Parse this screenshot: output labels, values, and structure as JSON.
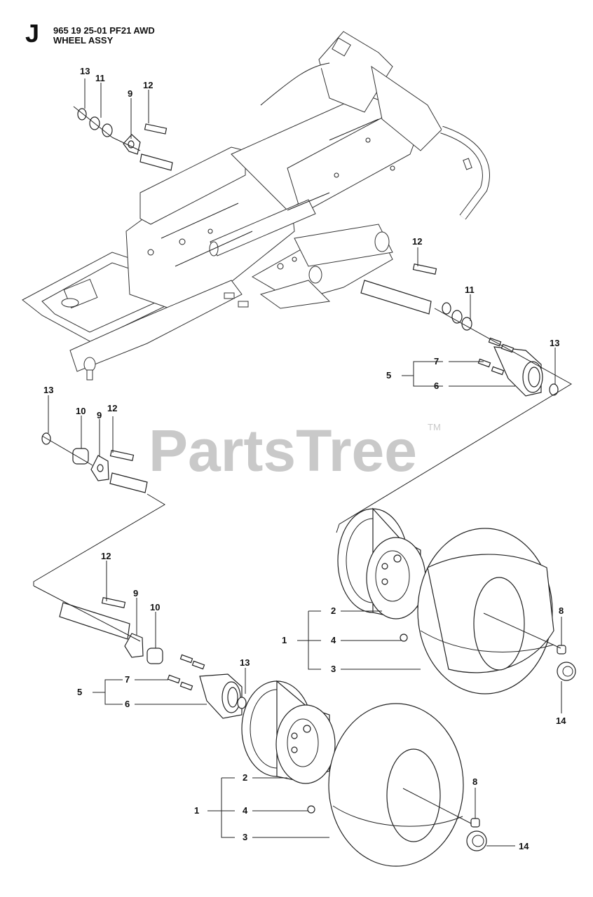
{
  "header": {
    "section_letter": "J",
    "model_line": "965 19 25-01 PF21 AWD",
    "title": "WHEEL ASSY"
  },
  "watermark": {
    "text": "PartsTree",
    "trademark": "TM"
  },
  "callouts": {
    "c1": "13",
    "c2": "11",
    "c3": "9",
    "c4": "12",
    "c5": "12",
    "c6": "11",
    "c7": "13",
    "c8": "5",
    "c9": "7",
    "c10": "6",
    "c11": "13",
    "c12": "10",
    "c13": "9",
    "c14": "12",
    "c15": "2",
    "c16": "1",
    "c17": "4",
    "c18": "3",
    "c19": "8",
    "c20": "14",
    "c21": "12",
    "c22": "9",
    "c23": "10",
    "c24": "13",
    "c25": "5",
    "c26": "7",
    "c27": "6",
    "c28": "2",
    "c29": "1",
    "c30": "4",
    "c31": "3",
    "c32": "8",
    "c33": "14"
  }
}
